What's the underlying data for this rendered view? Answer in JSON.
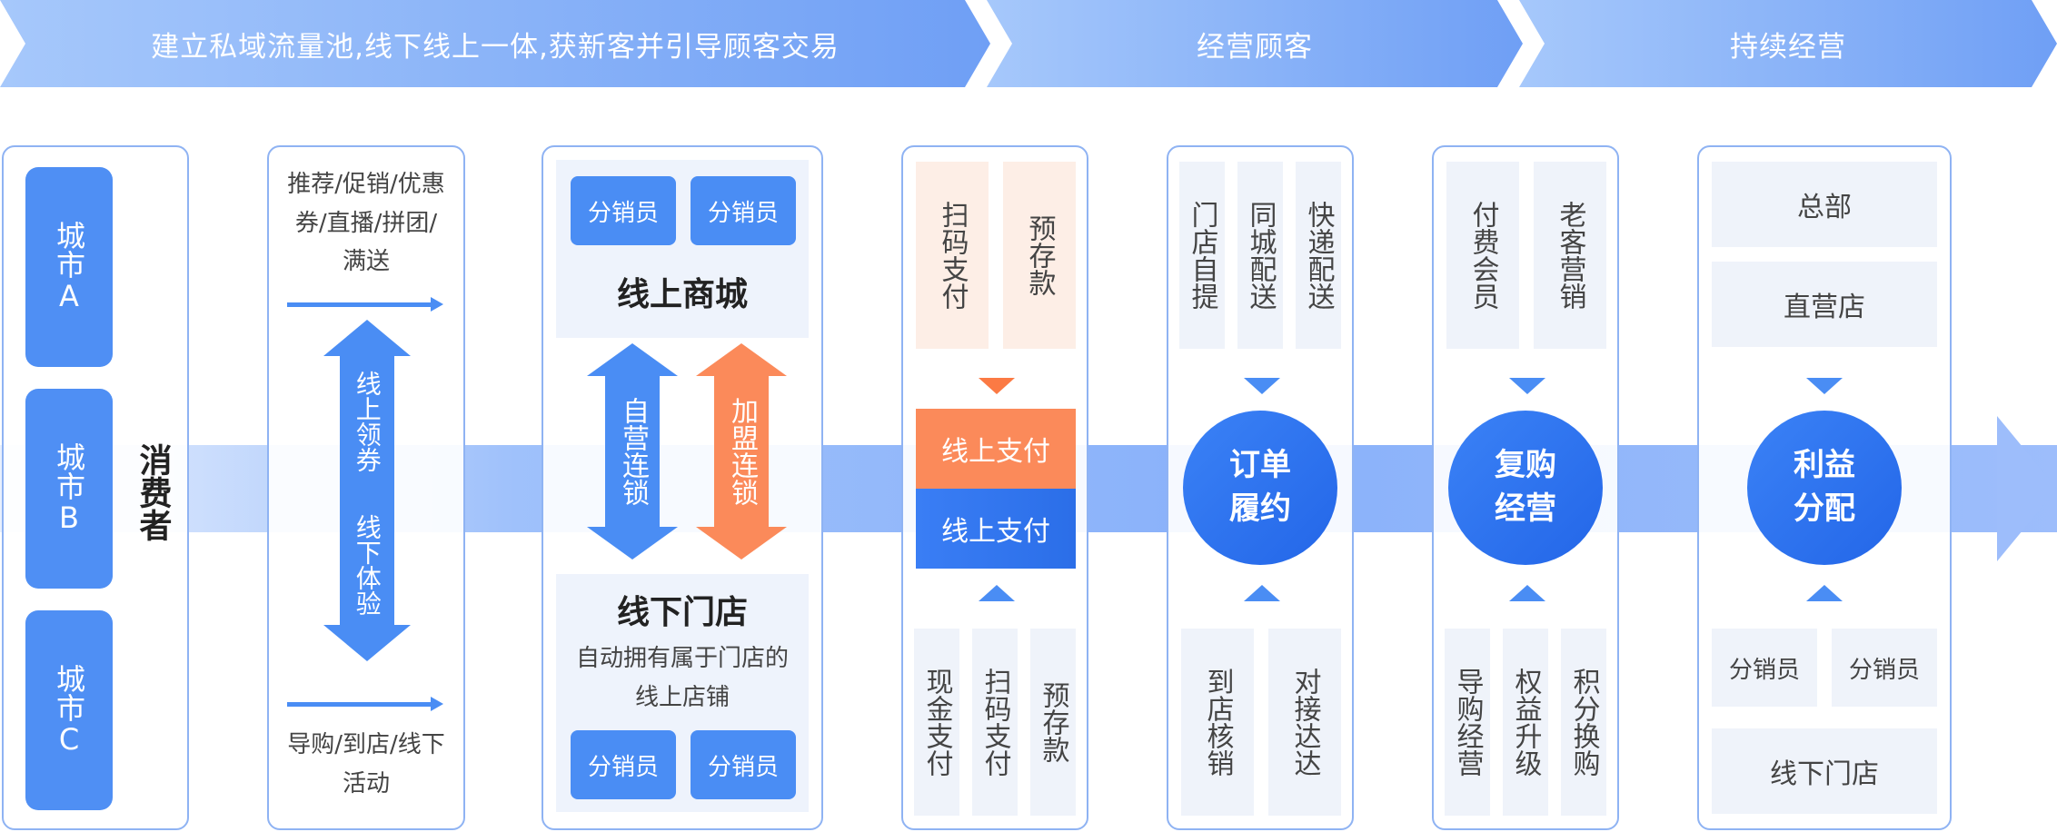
{
  "stages": {
    "stage1": "建立私域流量池,线下线上一体,获新客并引导顾客交易",
    "stage2": "经营顾客",
    "stage3": "持续经营"
  },
  "consumers": {
    "cities": [
      "城市A",
      "城市B",
      "城市C"
    ],
    "label": "消费者"
  },
  "channels": {
    "top_text": "推荐/促销/优惠券/直播/拼团/满送",
    "up_label": "线上领券",
    "down_label": "线下体验",
    "bottom_text": "导购/到店/线下活动"
  },
  "stores": {
    "distributor": "分销员",
    "online_mall": "线上商城",
    "self_run": "自营连锁",
    "franchise": "加盟连锁",
    "offline_store": "线下门店",
    "offline_desc": "自动拥有属于门店的线上店铺"
  },
  "payment": {
    "top_items": [
      "扫码支付",
      "预存款"
    ],
    "box_orange": "线上支付",
    "box_blue": "线上支付",
    "bottom_items": [
      "现金支付",
      "扫码支付",
      "预存款"
    ]
  },
  "fulfillment": {
    "top_items": [
      "门店自提",
      "同城配送",
      "快递配送"
    ],
    "circle": "订单履约",
    "bottom_items": [
      "到店核销",
      "对接达达"
    ]
  },
  "repurchase": {
    "top_items": [
      "付费会员",
      "老客营销"
    ],
    "circle": "复购经营",
    "bottom_items": [
      "导购经营",
      "权益升级",
      "积分换购"
    ]
  },
  "profit": {
    "hq": "总部",
    "direct_store": "直营店",
    "circle": "利益分配",
    "distributor": "分销员",
    "offline_store": "线下门店"
  },
  "colors": {
    "primary_blue": "#4a8df4",
    "accent_orange": "#fb8a5a",
    "border_blue": "#8fb3f3"
  }
}
